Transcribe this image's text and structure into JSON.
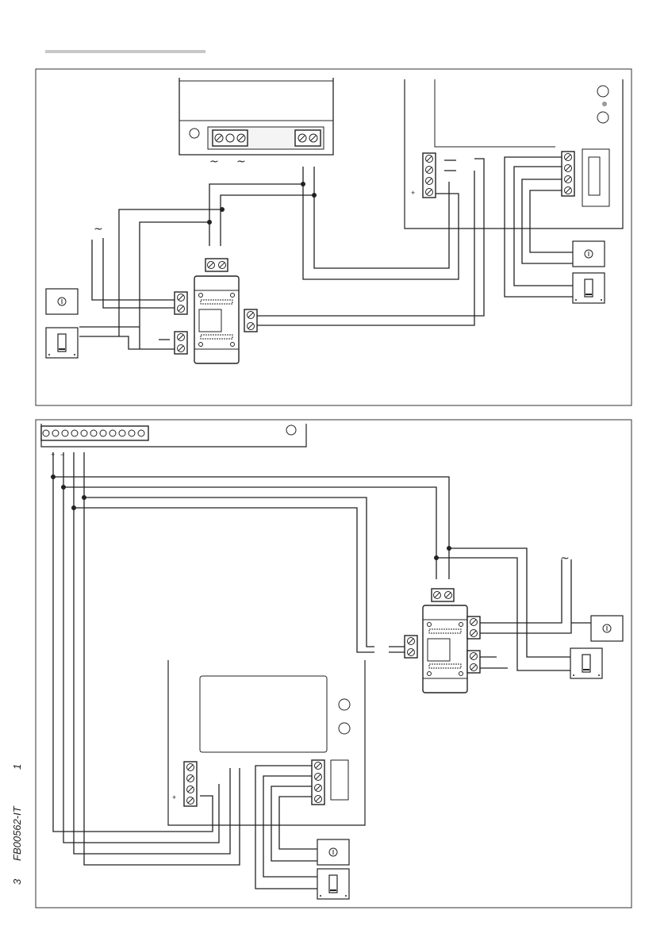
{
  "footer": {
    "page_number": "3",
    "document_code": "FB00562-IT",
    "revision": "1"
  },
  "symbols": {
    "ac_mark": "~",
    "plus": "+",
    "minus": "−",
    "doorbell_glyph": "⦶"
  },
  "colors": {
    "line": "#222222",
    "frame": "#333333",
    "device_fill": "#ffffff",
    "device_shade": "#d8d8d8",
    "header_bar": "#c8c8c8"
  }
}
